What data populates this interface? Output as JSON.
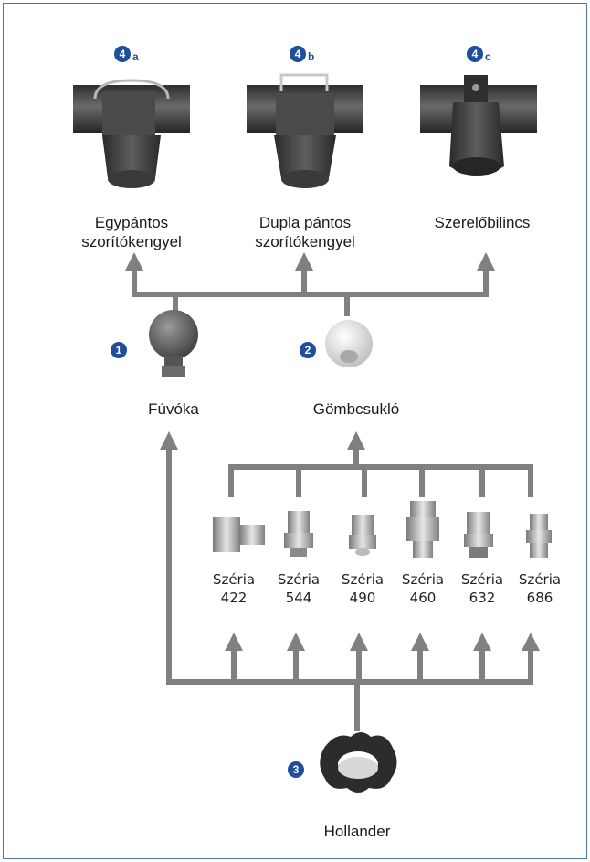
{
  "components": {
    "nozzle": {
      "number": "1",
      "label": "Fúvóka"
    },
    "ball_joint": {
      "number": "2",
      "label": "Gömbcsukló"
    },
    "hollander": {
      "number": "3",
      "label": "Hollander"
    }
  },
  "clamps": [
    {
      "number": "4",
      "suffix": "a",
      "label_line1": "Egypántos",
      "label_line2": "szorítókengyel"
    },
    {
      "number": "4",
      "suffix": "b",
      "label_line1": "Dupla pántos",
      "label_line2": "szorítókengyel"
    },
    {
      "number": "4",
      "suffix": "c",
      "label_line1": "Szerelőbilincs",
      "label_line2": ""
    }
  ],
  "series": [
    {
      "word": "Széria",
      "number": "422"
    },
    {
      "word": "Széria",
      "number": "544"
    },
    {
      "word": "Széria",
      "number": "490"
    },
    {
      "word": "Széria",
      "number": "460"
    },
    {
      "word": "Széria",
      "number": "632"
    },
    {
      "word": "Széria",
      "number": "686"
    }
  ],
  "colors": {
    "arrow": "#808080",
    "badge": "#1f4f9c",
    "border": "#4a78a8"
  }
}
